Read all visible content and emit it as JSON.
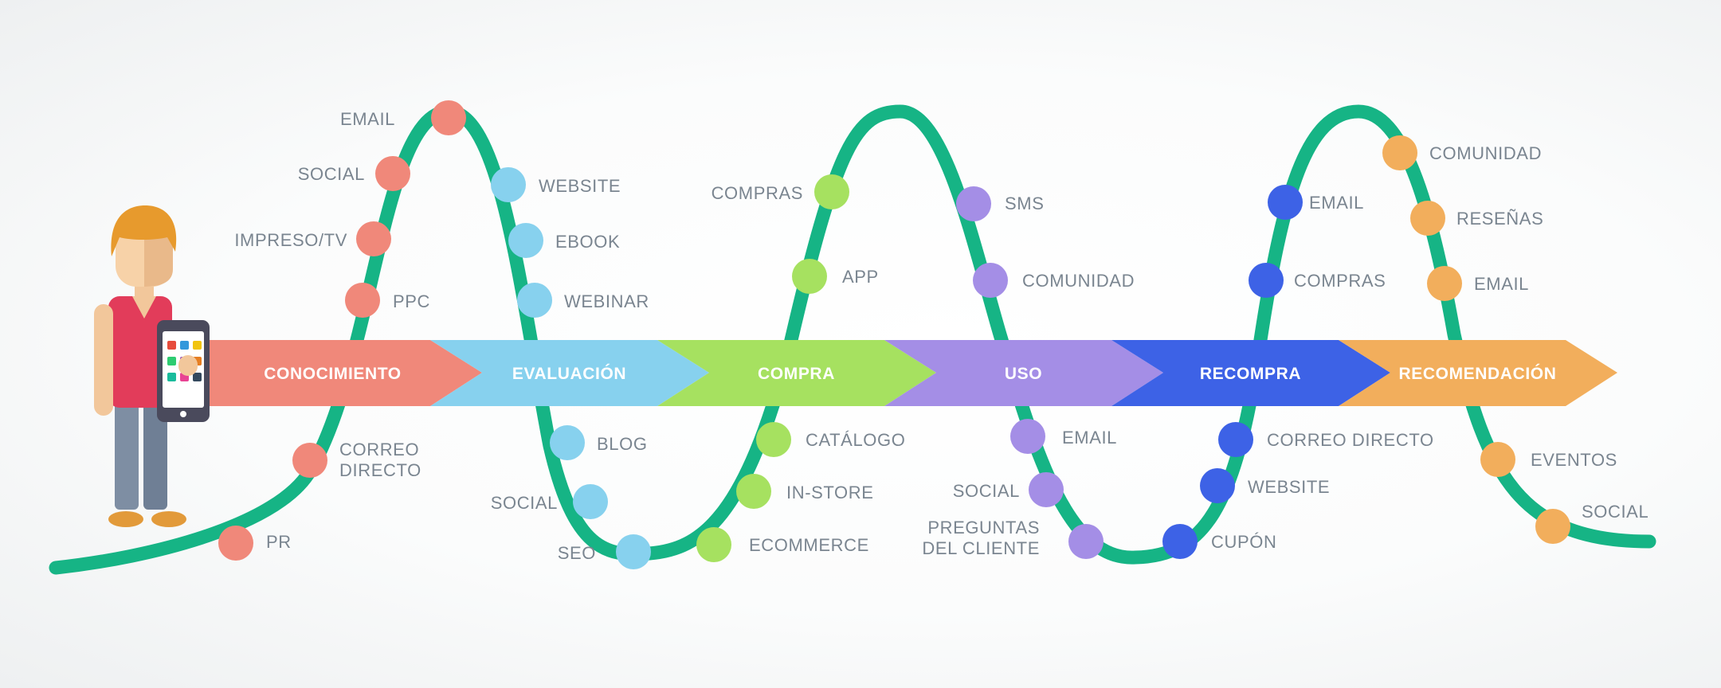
{
  "colors": {
    "wave": "#16b485",
    "background": "#f8f9fa"
  },
  "stages": [
    {
      "label": "CONOCIMIENTO",
      "color": "#f0887a"
    },
    {
      "label": "EVALUACIÓN",
      "color": "#87d1ee"
    },
    {
      "label": "COMPRA",
      "color": "#a6e160"
    },
    {
      "label": "USO",
      "color": "#a48ee6"
    },
    {
      "label": "RECOMPRA",
      "color": "#3d62e6"
    },
    {
      "label": "RECOMENDACIÓN",
      "color": "#f2ae5c"
    }
  ],
  "touchpoints": [
    {
      "stage": 0,
      "lines": [
        "EMAIL"
      ]
    },
    {
      "stage": 0,
      "lines": [
        "SOCIAL"
      ]
    },
    {
      "stage": 0,
      "lines": [
        "IMPRESO/TV"
      ]
    },
    {
      "stage": 0,
      "lines": [
        "PPC"
      ]
    },
    {
      "stage": 0,
      "lines": [
        "CORREO",
        "DIRECTO"
      ]
    },
    {
      "stage": 0,
      "lines": [
        "PR"
      ]
    },
    {
      "stage": 1,
      "lines": [
        "WEBSITE"
      ]
    },
    {
      "stage": 1,
      "lines": [
        "EBOOK"
      ]
    },
    {
      "stage": 1,
      "lines": [
        "WEBINAR"
      ]
    },
    {
      "stage": 1,
      "lines": [
        "BLOG"
      ]
    },
    {
      "stage": 1,
      "lines": [
        "SOCIAL"
      ]
    },
    {
      "stage": 1,
      "lines": [
        "SEO"
      ]
    },
    {
      "stage": 2,
      "lines": [
        "COMPRAS"
      ]
    },
    {
      "stage": 2,
      "lines": [
        "APP"
      ]
    },
    {
      "stage": 2,
      "lines": [
        "CATÁLOGO"
      ]
    },
    {
      "stage": 2,
      "lines": [
        "IN-STORE"
      ]
    },
    {
      "stage": 2,
      "lines": [
        "ECOMMERCE"
      ]
    },
    {
      "stage": 3,
      "lines": [
        "SMS"
      ]
    },
    {
      "stage": 3,
      "lines": [
        "COMUNIDAD"
      ]
    },
    {
      "stage": 3,
      "lines": [
        "EMAIL"
      ]
    },
    {
      "stage": 3,
      "lines": [
        "SOCIAL"
      ]
    },
    {
      "stage": 3,
      "lines": [
        "PREGUNTAS",
        "DEL CLIENTE"
      ]
    },
    {
      "stage": 4,
      "lines": [
        "EMAIL"
      ]
    },
    {
      "stage": 4,
      "lines": [
        "COMPRAS"
      ]
    },
    {
      "stage": 4,
      "lines": [
        "CORREO DIRECTO"
      ]
    },
    {
      "stage": 4,
      "lines": [
        "WEBSITE"
      ]
    },
    {
      "stage": 4,
      "lines": [
        "CUPÓN"
      ]
    },
    {
      "stage": 5,
      "lines": [
        "COMUNIDAD"
      ]
    },
    {
      "stage": 5,
      "lines": [
        "RESEÑAS"
      ]
    },
    {
      "stage": 5,
      "lines": [
        "EMAIL"
      ]
    },
    {
      "stage": 5,
      "lines": [
        "EVENTOS"
      ]
    },
    {
      "stage": 5,
      "lines": [
        "SOCIAL"
      ]
    }
  ]
}
